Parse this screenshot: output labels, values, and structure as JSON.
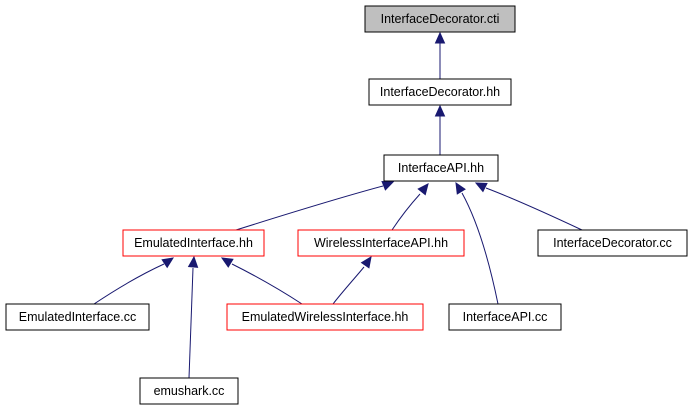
{
  "colors": {
    "edge": "#191970",
    "box_default": "#000000",
    "box_incomplete": "#ff0000",
    "fill_root": "#bfbfbf",
    "fill_default": "#ffffff"
  },
  "nodes": {
    "interface_decorator_cti": {
      "label": "InterfaceDecorator.cti",
      "style": "root"
    },
    "interface_decorator_hh": {
      "label": "InterfaceDecorator.hh",
      "style": "default"
    },
    "interface_api_hh": {
      "label": "InterfaceAPI.hh",
      "style": "default"
    },
    "emulated_interface_hh": {
      "label": "EmulatedInterface.hh",
      "style": "incomplete"
    },
    "wireless_interface_api_hh": {
      "label": "WirelessInterfaceAPI.hh",
      "style": "incomplete"
    },
    "interface_decorator_cc": {
      "label": "InterfaceDecorator.cc",
      "style": "default"
    },
    "emulated_interface_cc": {
      "label": "EmulatedInterface.cc",
      "style": "default"
    },
    "emulated_wireless_interface_hh": {
      "label": "EmulatedWirelessInterface.hh",
      "style": "incomplete"
    },
    "interface_api_cc": {
      "label": "InterfaceAPI.cc",
      "style": "default"
    },
    "emushark_cc": {
      "label": "emushark.cc",
      "style": "default"
    }
  },
  "edges": [
    {
      "from": "interface_decorator_hh",
      "to": "interface_decorator_cti"
    },
    {
      "from": "interface_api_hh",
      "to": "interface_decorator_hh"
    },
    {
      "from": "emulated_interface_hh",
      "to": "interface_api_hh"
    },
    {
      "from": "wireless_interface_api_hh",
      "to": "interface_api_hh"
    },
    {
      "from": "interface_api_cc",
      "to": "interface_api_hh"
    },
    {
      "from": "interface_decorator_cc",
      "to": "interface_api_hh"
    },
    {
      "from": "emulated_interface_cc",
      "to": "emulated_interface_hh"
    },
    {
      "from": "emushark_cc",
      "to": "emulated_interface_hh"
    },
    {
      "from": "emulated_wireless_interface_hh",
      "to": "emulated_interface_hh"
    },
    {
      "from": "emulated_wireless_interface_hh",
      "to": "wireless_interface_api_hh"
    }
  ]
}
